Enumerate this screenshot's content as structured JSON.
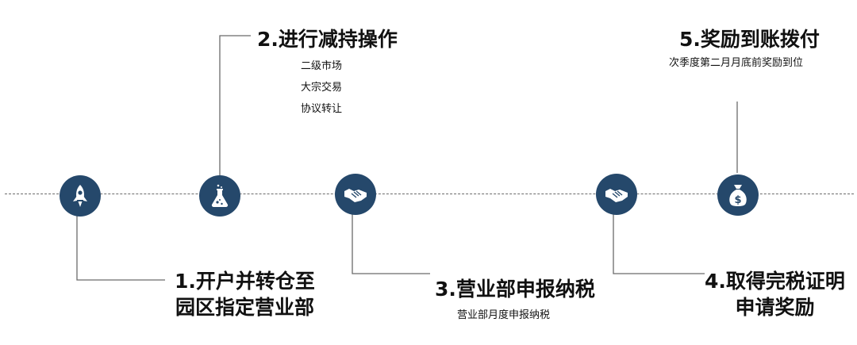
{
  "steps": [
    {
      "title_lines": [
        "1.开户并转仓至",
        "园区指定营业部"
      ],
      "icon": "rocket-icon"
    },
    {
      "title_lines": [
        "2.进行减持操作"
      ],
      "sub_items": [
        "二级市场",
        "大宗交易",
        "协议转让"
      ],
      "icon": "flask-icon"
    },
    {
      "title_lines": [
        "3.营业部申报纳税"
      ],
      "subtitle": "营业部月度申报纳税",
      "icon": "handshake-icon"
    },
    {
      "title_lines": [
        "4.取得完税证明",
        "申请奖励"
      ],
      "icon": "handshake-icon"
    },
    {
      "title_lines": [
        "5.奖励到账拨付"
      ],
      "subtitle": "次季度第二月月底前奖励到位",
      "icon": "money-bag-icon"
    }
  ],
  "colors": {
    "node": "#25486b",
    "line": "#6b6b6b",
    "text": "#111111"
  }
}
